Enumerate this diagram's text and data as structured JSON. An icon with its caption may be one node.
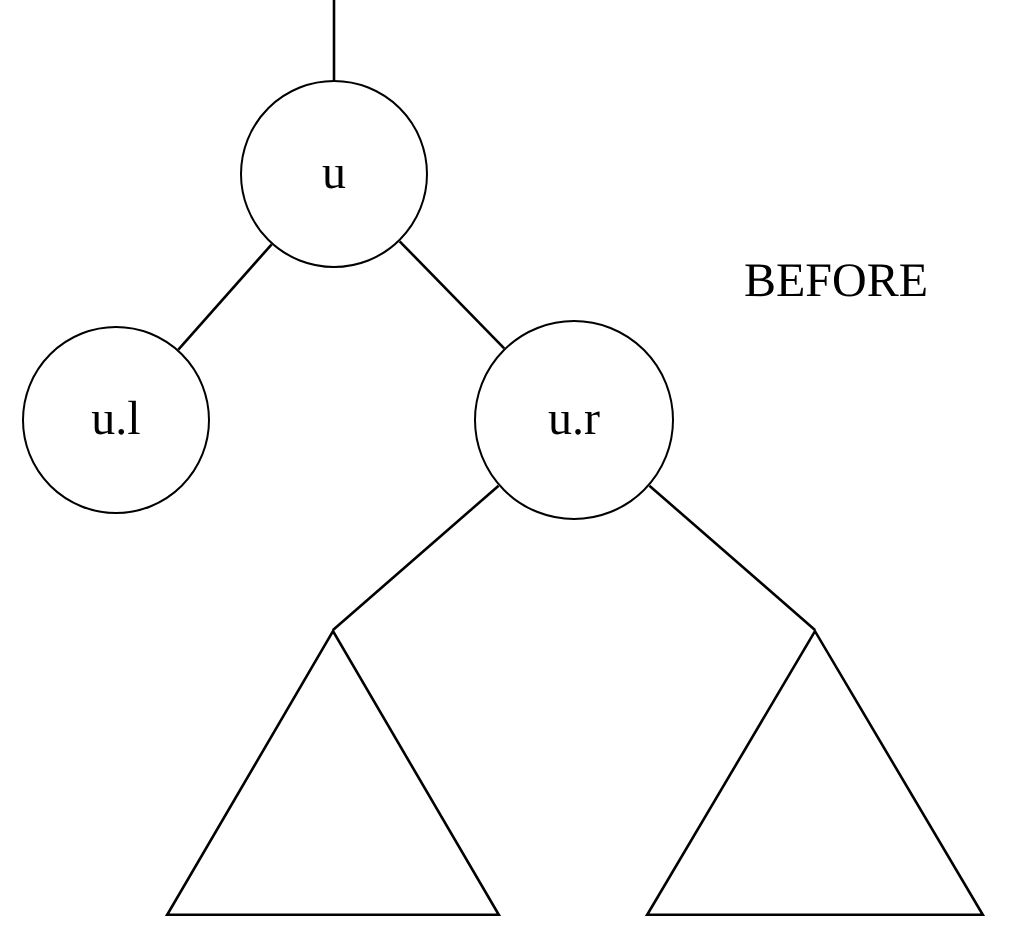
{
  "diagram": {
    "nodes": [
      {
        "text": [
          "u"
        ]
      },
      {
        "text": [
          "u.l"
        ]
      },
      {
        "text": [
          "u.r"
        ]
      },
      {
        "text": [],
        "shape": "triangle"
      },
      {
        "text": [],
        "shape": "triangle"
      }
    ],
    "edges": [
      {
        "from": null,
        "to": 0,
        "arrow": "none"
      },
      {
        "from": 0,
        "to": 1,
        "arrow": "none"
      },
      {
        "from": 0,
        "to": 2,
        "arrow": "none"
      },
      {
        "from": 2,
        "to": 3,
        "arrow": "none"
      },
      {
        "from": 2,
        "to": 4,
        "arrow": "none"
      }
    ],
    "labels": [
      "BEFORE"
    ]
  }
}
